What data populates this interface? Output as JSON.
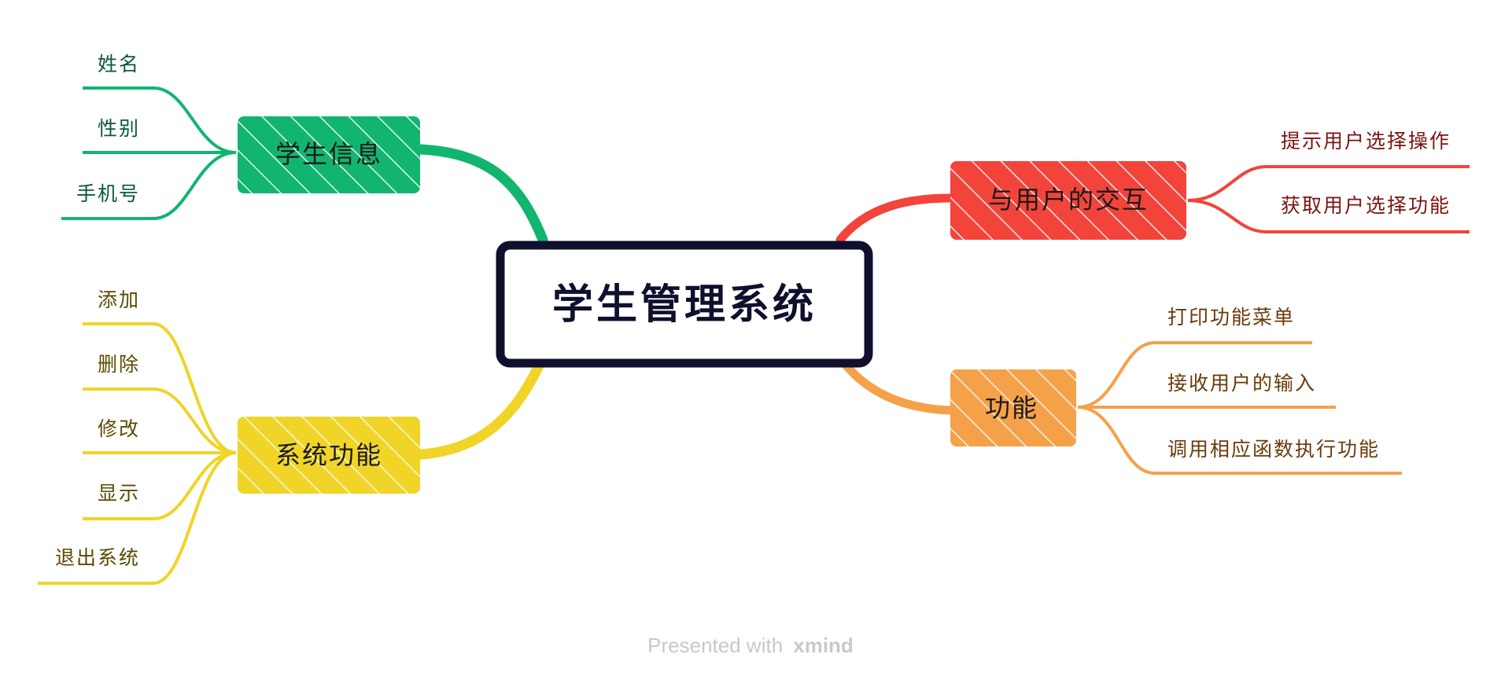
{
  "root": {
    "label": "学生管理系统"
  },
  "colors": {
    "green": "#12b56f",
    "yellow": "#f0d427",
    "red": "#f2443b",
    "orange": "#f4a14a",
    "root_border": "#0f0f2e",
    "leaf_green_text": "#0b5a34",
    "leaf_yellow_text": "#5b4a00",
    "leaf_red_text": "#7a1410",
    "leaf_orange_text": "#6b3a0a"
  },
  "branches": {
    "student_info": {
      "label": "学生信息",
      "leaves": [
        "姓名",
        "性别",
        "手机号"
      ]
    },
    "system_functions": {
      "label": "系统功能",
      "leaves": [
        "添加",
        "删除",
        "修改",
        "显示",
        "退出系统"
      ]
    },
    "user_interaction": {
      "label": "与用户的交互",
      "leaves": [
        "提示用户选择操作",
        "获取用户选择功能"
      ]
    },
    "functions": {
      "label": "功能",
      "leaves": [
        "打印功能菜单",
        "接收用户的输入",
        "调用相应函数执行功能"
      ]
    }
  },
  "footer": {
    "presented_with": "Presented with",
    "brand": "xmind"
  }
}
